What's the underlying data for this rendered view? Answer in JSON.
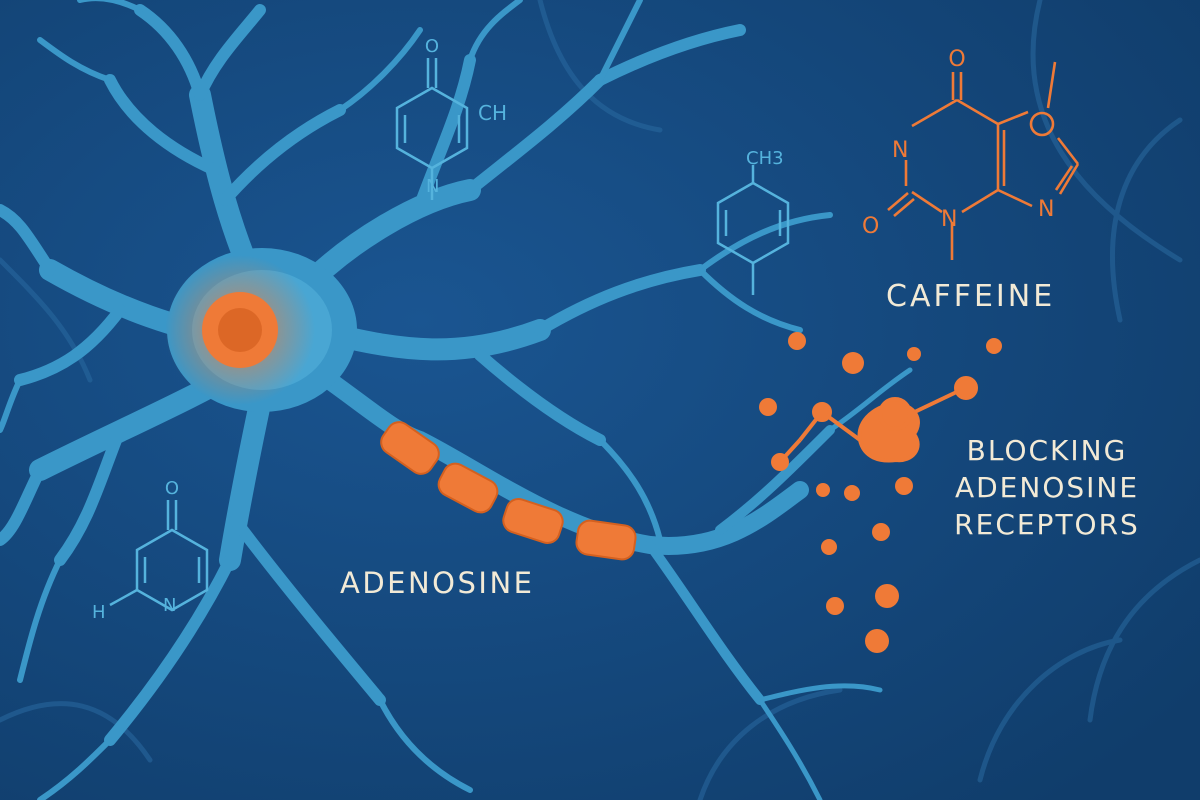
{
  "palette": {
    "background": "#14467a",
    "neuron": "#3a97c8",
    "neuron_light": "#55b3dd",
    "accent": "#ef7a37",
    "label_text": "#f2ead6",
    "molecule_blue": "#55b3dd"
  },
  "labels": {
    "caffeine": "CAFFEINE",
    "adenosine": "ADENOSINE",
    "blocking": [
      "BLOCKING",
      "ADENOSINE",
      "RECEPTORS"
    ]
  },
  "molecules": {
    "top": {
      "atoms": [
        "O",
        "CH",
        "N"
      ]
    },
    "toluene": {
      "atoms": [
        "CH3"
      ]
    },
    "bottom": {
      "atoms": [
        "O",
        "N",
        "H"
      ]
    },
    "caffeine": {
      "atoms": [
        "O",
        "N",
        "O",
        "N",
        "N"
      ]
    }
  }
}
